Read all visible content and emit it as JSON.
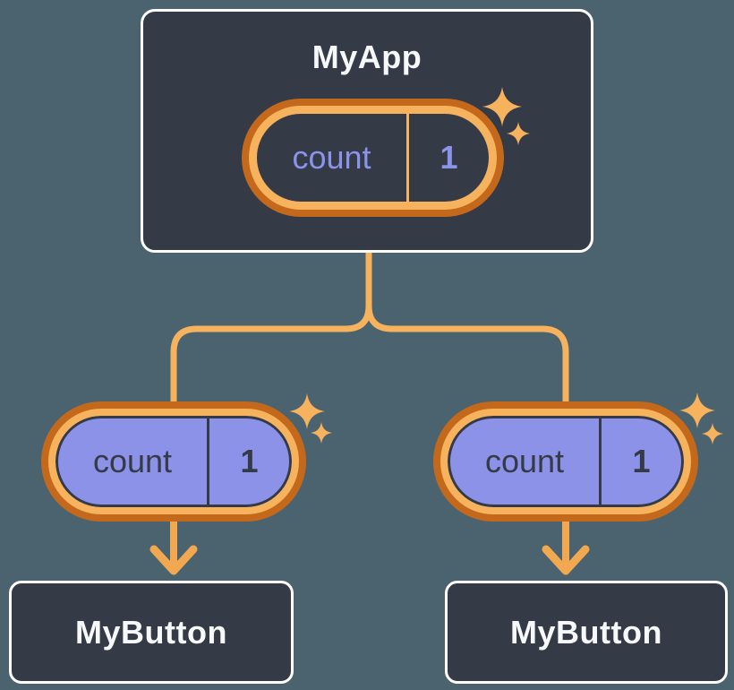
{
  "colors": {
    "background": "#4B636E",
    "card_bg": "#343A46",
    "card_border": "#FFFFFF",
    "text_light": "#F7F8FA",
    "ring_outer": "#C4691C",
    "ring_inner": "#F6B25C",
    "connector": "#F6B25C",
    "arrow": "#F2A851",
    "pill_fill": "#8B92E8",
    "pill_text_dark": "#343A46",
    "state_text_purple": "#8B93EA",
    "sparkle": "#F6B25C"
  },
  "tree": {
    "root": {
      "label": "MyApp",
      "state": {
        "key": "count",
        "value": "1"
      }
    },
    "branches": [
      {
        "prop": {
          "key": "count",
          "value": "1"
        },
        "child": {
          "label": "MyButton"
        }
      },
      {
        "prop": {
          "key": "count",
          "value": "1"
        },
        "child": {
          "label": "MyButton"
        }
      }
    ]
  }
}
